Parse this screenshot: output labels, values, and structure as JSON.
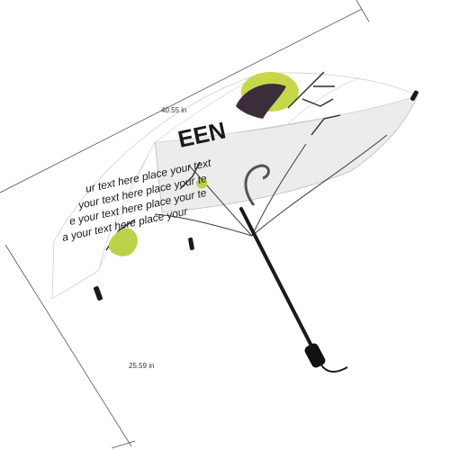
{
  "product": {
    "name": "folding umbrella with Halloween print",
    "colors": {
      "canopy_top": "#ffffff",
      "canopy_under": "#e9e9e9",
      "shaft": "#1a1a1a",
      "print_accent": "#b5cf3a",
      "print_dark": "#3a2f3a"
    }
  },
  "dimensions": {
    "width_label": "40.55 in",
    "height_label": "25.59 in"
  },
  "canopy_print": {
    "title_fragment": "EEN",
    "text_line_1": "ur text here place your text",
    "text_line_2": "your text here place your te",
    "text_line_3": "e your text here place your te",
    "text_line_4": "a your text here place your"
  }
}
